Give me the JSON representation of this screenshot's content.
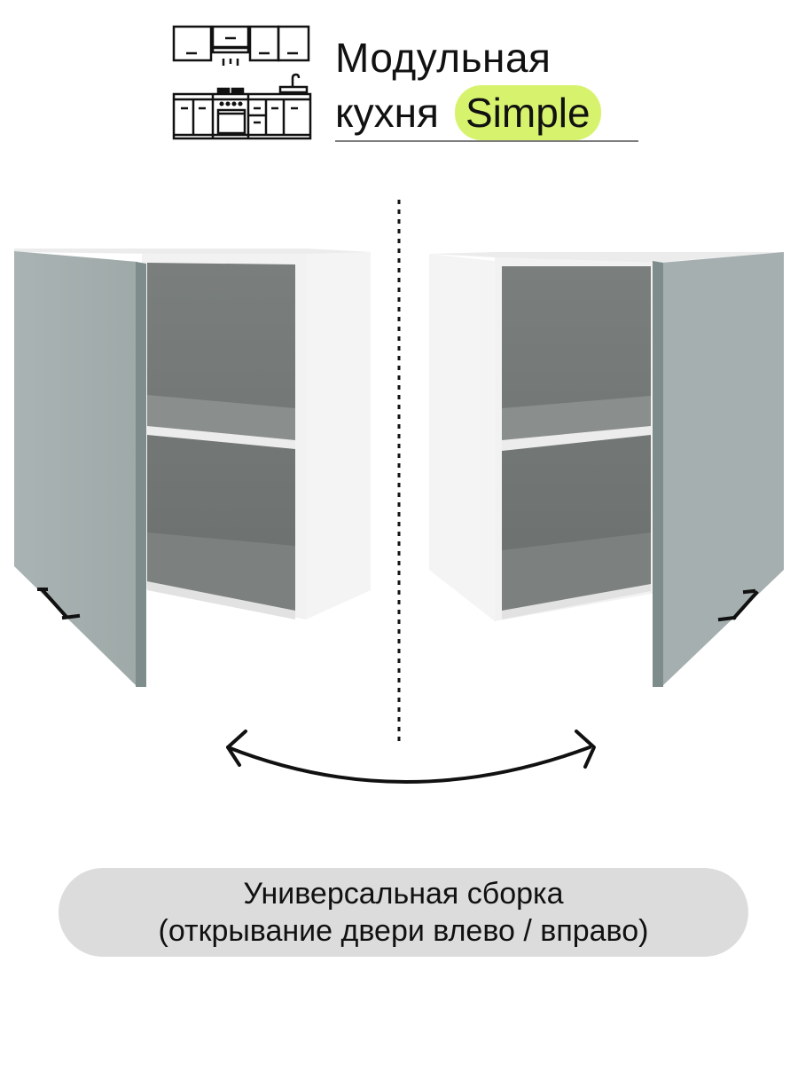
{
  "header": {
    "title_line1": "Модульная",
    "title_line2": "кухня",
    "highlight": "Simple",
    "icon": "kitchen-set-icon"
  },
  "illustration": {
    "left_cabinet": {
      "door_side": "left",
      "label": "wall-cabinet-door-open-left"
    },
    "right_cabinet": {
      "door_side": "right",
      "label": "wall-cabinet-door-open-right"
    },
    "divider": "dotted-vertical-line",
    "arrow": "double-headed-curved-arrow"
  },
  "caption": {
    "line1": "Универсальная сборка",
    "line2": "(открывание двери влево / вправо)"
  },
  "colors": {
    "highlight_bg": "#d7f36e",
    "caption_bg": "#dcdcdc",
    "door": "#a3adad",
    "door_edge": "#7e8d8b",
    "carcass": "#f2f2f2",
    "interior": "#7a807e",
    "text": "#111111"
  }
}
